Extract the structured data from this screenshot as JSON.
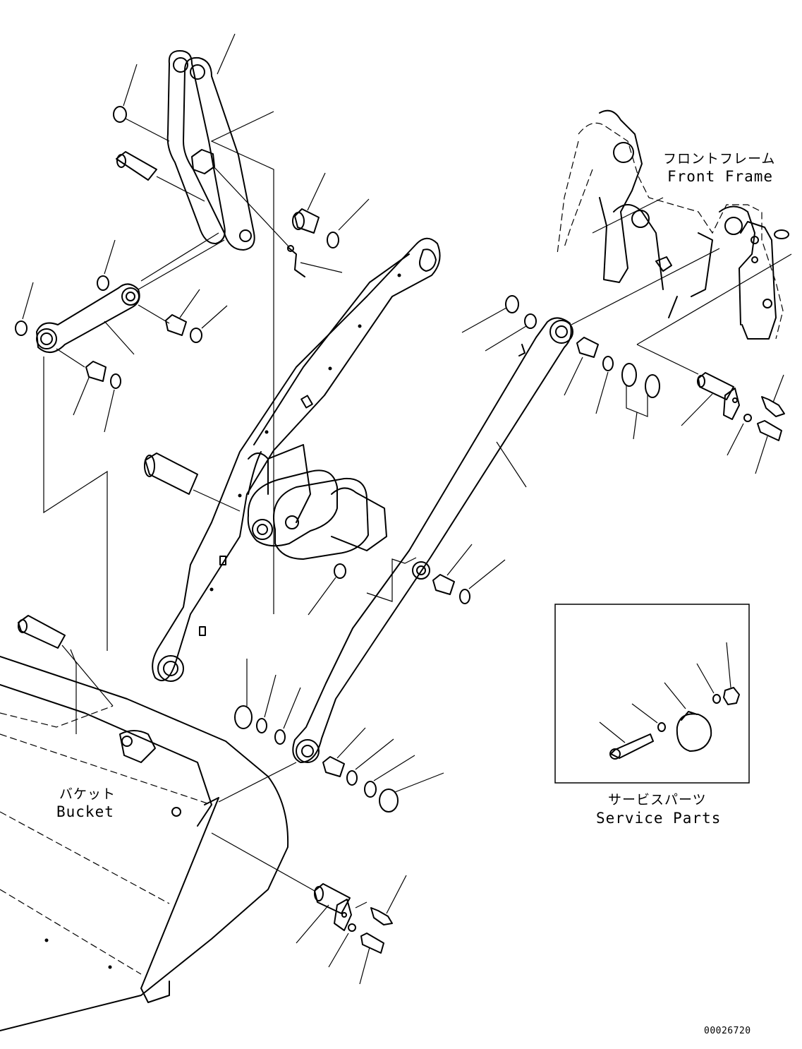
{
  "labels": {
    "front_frame_ja": "フロントフレーム",
    "front_frame_en": "Front Frame",
    "bucket_ja": "バケット",
    "bucket_en": "Bucket",
    "service_parts_ja": "サービスパーツ",
    "service_parts_en": "Service Parts",
    "drawing_number": "00026720"
  },
  "colors": {
    "line": "#000000",
    "background": "#ffffff"
  }
}
